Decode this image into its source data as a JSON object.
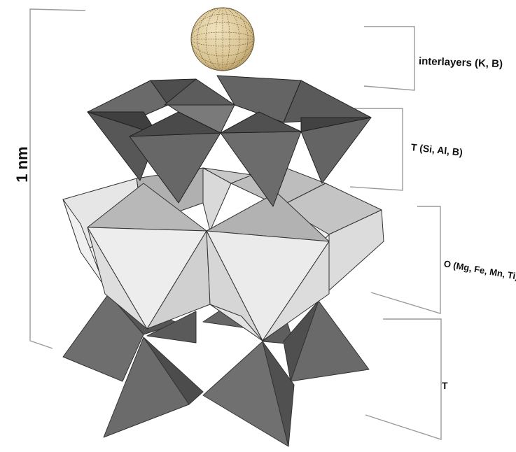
{
  "labels": {
    "interlayers": "interlayers (K, B)",
    "tetrahedral_top": "T (Si, Al, B)",
    "octahedral": "O (Mg, Fe, Mn, Ti)",
    "tetrahedral_bottom": "T",
    "scale": "1 nm"
  },
  "colors": {
    "tetrahedra_dark": "#5f5f5f",
    "tetrahedra_mid": "#7a7a7a",
    "octahedra_light": "#ececec",
    "octahedra_shade": "#b4b4b4",
    "sphere": "#d9c393",
    "bracket_line": "#9a9a9a"
  }
}
